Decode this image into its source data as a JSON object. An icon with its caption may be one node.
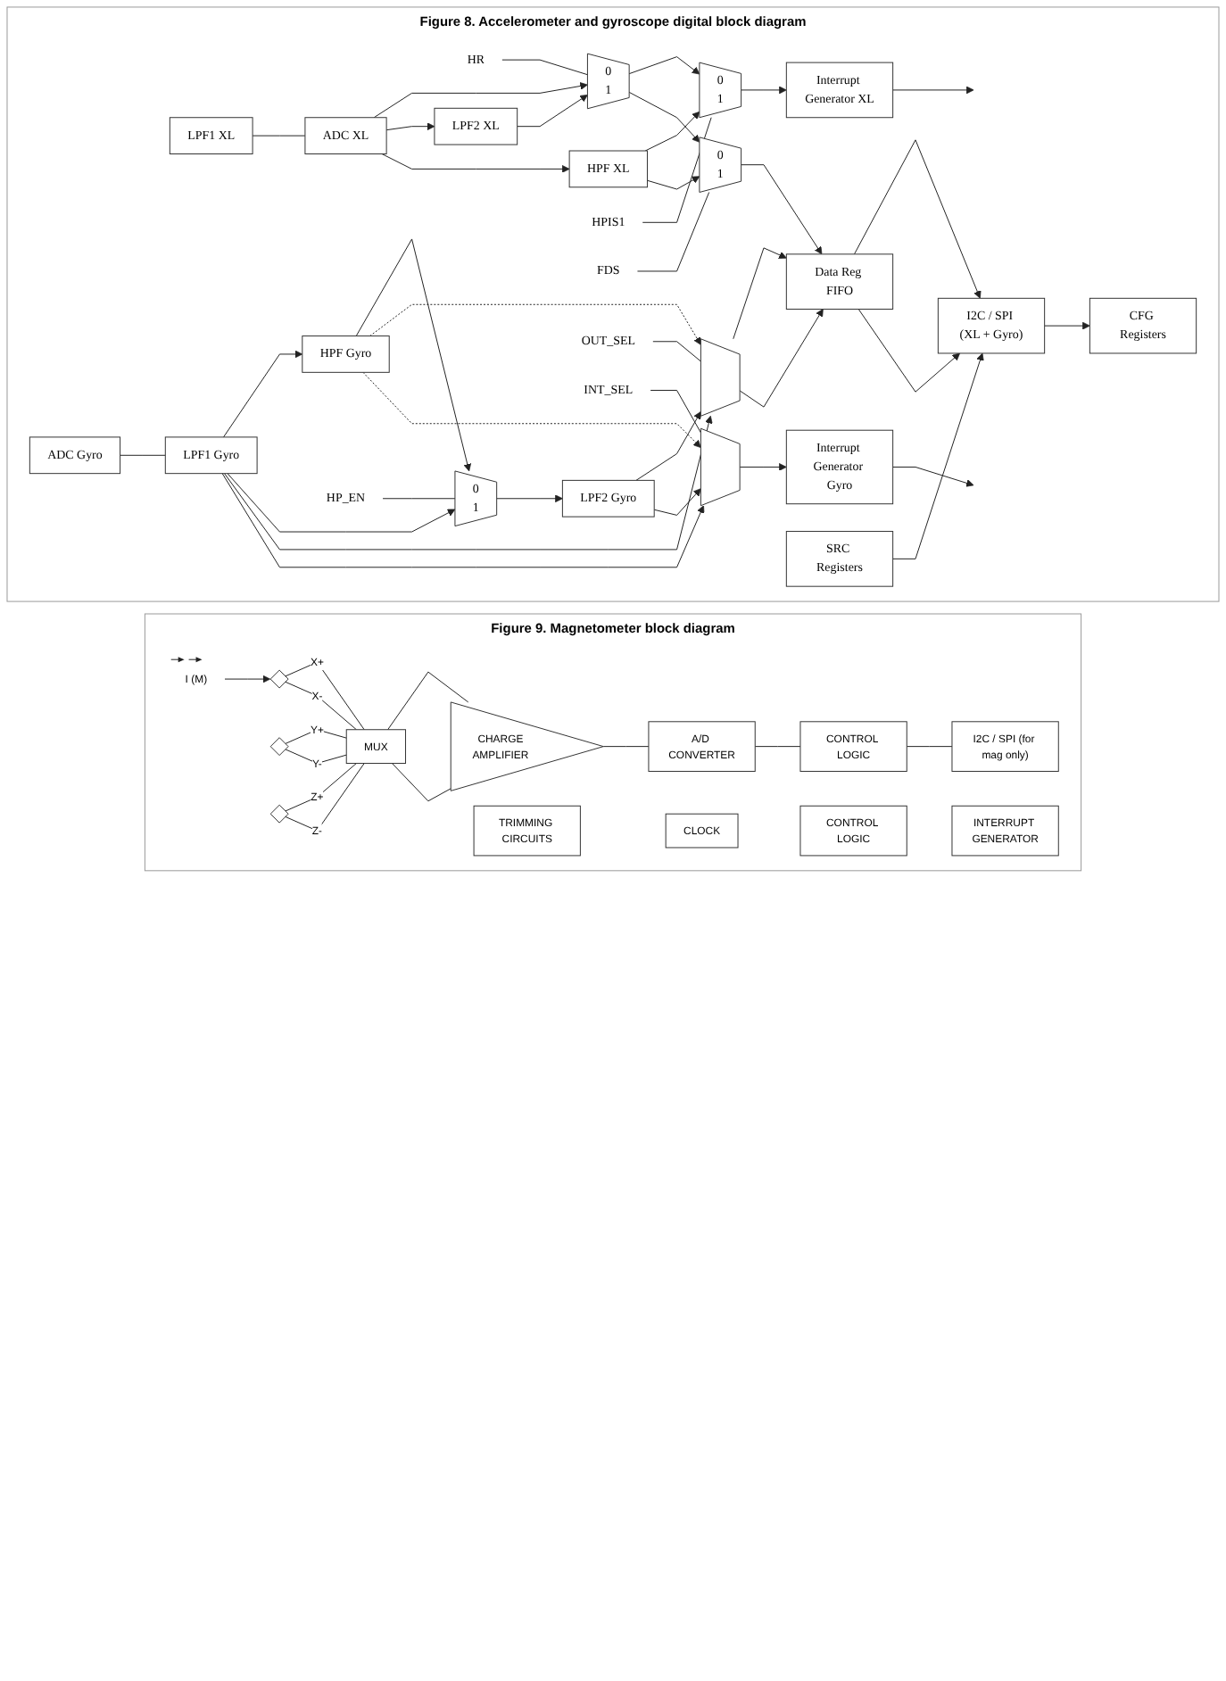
{
  "diagram": {
    "nodes": [
      {
        "text": [
          "Figure 8. Accelerometer and gyroscope digital block diagram"
        ]
      },
      {
        "text": [
          "HR"
        ],
        "in": 0
      },
      {
        "text": [
          "HPIS1"
        ],
        "in": 0
      },
      {
        "text": [
          "0",
          "1"
        ],
        "in": 0
      },
      {
        "text": [
          "LPF2 XL"
        ],
        "in": 0
      },
      {
        "text": [
          "0",
          "1"
        ],
        "in": 0
      },
      {
        "text": [
          "Interrupt Generator XL"
        ],
        "in": 0
      },
      {
        "text": [
          "LPF1 XL"
        ],
        "in": 0
      },
      {
        "text": [
          "ADC XL"
        ],
        "in": 0
      },
      {
        "text": [
          "HPF XL"
        ],
        "in": 0
      },
      {
        "text": [
          "0",
          "1"
        ],
        "in": 0
      },
      {
        "text": [
          "FDS"
        ],
        "in": 0
      },
      {
        "text": [
          "OUT_SEL"
        ],
        "in": 0
      },
      {
        "text": [
          "Data Reg FIFO"
        ],
        "in": 0
      },
      {
        "text": [],
        "shape": "trapezoid",
        "in": 0
      },
      {
        "text": [
          "0",
          "1"
        ],
        "in": 0
      },
      {
        "text": [
          "LPF2 Gyro"
        ],
        "in": 0
      },
      {
        "text": [
          "I2C / SPI (XL + Gyro)"
        ],
        "in": 0
      },
      {
        "text": [
          "ADC Gyro"
        ],
        "in": 0
      },
      {
        "text": [
          "LPF1 Gyro"
        ],
        "in": 0
      },
      {
        "text": [
          "HPF Gyro"
        ],
        "in": 0
      },
      {
        "text": [
          "HP_EN"
        ],
        "in": 0
      },
      {
        "text": [
          "SRC Registers"
        ],
        "in": 0
      },
      {
        "text": [
          "CFG Registers"
        ],
        "in": 0
      },
      {
        "text": [],
        "shape": "trapezoid",
        "in": 0
      },
      {
        "text": [
          "Interrupt Generator Gyro"
        ],
        "in": 0
      },
      {
        "text": [
          "INT_SEL"
        ],
        "in": 0
      },
      {
        "text": [
          "Figure 9. Magnetometer block diagram"
        ]
      },
      {
        "text": [
          "I (M)"
        ],
        "in": 27
      },
      {
        "text": [],
        "shape": "diamond",
        "in": 27
      },
      {
        "text": [],
        "shape": "diamond",
        "in": 27
      },
      {
        "text": [],
        "shape": "diamond",
        "in": 27
      },
      {
        "text": [
          "MUX"
        ],
        "in": 27
      },
      {
        "text": [
          "CHARGE AMPLIFIER"
        ],
        "in": 27
      },
      {
        "text": [
          "A/D CONVERTER"
        ],
        "in": 27
      },
      {
        "text": [
          "CONTROL LOGIC"
        ],
        "in": 27
      },
      {
        "text": [
          "I2C / SPI (for mag only)"
        ],
        "in": 27
      },
      {
        "text": [
          "TRIMMING CIRCUITS"
        ],
        "in": 27
      },
      {
        "text": [
          "CLOCK"
        ],
        "in": 27
      },
      {
        "text": [
          "CONTROL LOGIC"
        ],
        "in": 27
      },
      {
        "text": [
          "INTERRUPT GENERATOR"
        ],
        "in": 27
      }
    ],
    "edges": [
      {
        "from": 7,
        "to": 8,
        "arrow": "none"
      },
      {
        "from": 8,
        "to": 3,
        "arrow": "to"
      },
      {
        "from": 8,
        "to": 4,
        "arrow": "to"
      },
      {
        "from": 8,
        "to": 9,
        "arrow": "to"
      },
      {
        "from": 4,
        "to": 3,
        "arrow": "to"
      },
      {
        "from": 1,
        "to": 3,
        "arrow": "none"
      },
      {
        "from": 3,
        "to": 5,
        "arrow": "to"
      },
      {
        "from": 3,
        "to": 10,
        "arrow": "to"
      },
      {
        "from": 9,
        "to": 5,
        "arrow": "to"
      },
      {
        "from": 9,
        "to": 10,
        "arrow": "to"
      },
      {
        "from": 2,
        "to": 5,
        "arrow": "none"
      },
      {
        "from": 5,
        "to": 6,
        "arrow": "to"
      },
      {
        "from": 6,
        "to": null,
        "arrow": "to"
      },
      {
        "from": 10,
        "to": 13,
        "arrow": "to"
      },
      {
        "from": 11,
        "to": 10,
        "arrow": "none"
      },
      {
        "from": 18,
        "to": 19,
        "arrow": "none"
      },
      {
        "from": 19,
        "to": 20,
        "arrow": "to"
      },
      {
        "from": 19,
        "to": 15,
        "arrow": "to"
      },
      {
        "from": 19,
        "to": 14,
        "arrow": "to"
      },
      {
        "from": 19,
        "to": 24,
        "arrow": "to"
      },
      {
        "from": 20,
        "to": 15,
        "arrow": "to"
      },
      {
        "from": 20,
        "to": 14,
        "arrow": "to",
        "style": "dashed"
      },
      {
        "from": 20,
        "to": 24,
        "arrow": "to",
        "style": "dashed"
      },
      {
        "from": 21,
        "to": 15,
        "arrow": "none"
      },
      {
        "from": 15,
        "to": 16,
        "arrow": "to"
      },
      {
        "from": 16,
        "to": 14,
        "arrow": "to"
      },
      {
        "from": 16,
        "to": 24,
        "arrow": "to"
      },
      {
        "from": 12,
        "to": 14,
        "arrow": "none"
      },
      {
        "from": 26,
        "to": 24,
        "arrow": "none"
      },
      {
        "from": 14,
        "to": 13,
        "arrow": "to"
      },
      {
        "from": 14,
        "to": 13,
        "arrow": "to"
      },
      {
        "from": 24,
        "to": 25,
        "arrow": "to"
      },
      {
        "from": 25,
        "to": null,
        "arrow": "to"
      },
      {
        "from": 13,
        "to": 17,
        "arrow": "to"
      },
      {
        "from": 13,
        "to": 17,
        "arrow": "to"
      },
      {
        "from": 22,
        "to": 17,
        "arrow": "to"
      },
      {
        "from": 17,
        "to": 23,
        "arrow": "to"
      },
      {
        "from": 28,
        "to": 29,
        "arrow": "to"
      },
      {
        "from": 29,
        "to": 32,
        "arrow": "none",
        "label": "X+"
      },
      {
        "from": 30,
        "to": 32,
        "arrow": "none",
        "label": "Y+"
      },
      {
        "from": 31,
        "to": 32,
        "arrow": "none",
        "label": "Z+"
      },
      {
        "from": 31,
        "to": 32,
        "arrow": "none",
        "label": "Z-"
      },
      {
        "from": 30,
        "to": 32,
        "arrow": "none",
        "label": "Y-"
      },
      {
        "from": 29,
        "to": 32,
        "arrow": "none",
        "label": "X-"
      },
      {
        "from": 32,
        "to": 33,
        "arrow": "none"
      },
      {
        "from": 32,
        "to": 33,
        "arrow": "none"
      },
      {
        "from": 33,
        "to": 34,
        "arrow": "none"
      },
      {
        "from": 34,
        "to": 35,
        "arrow": "none"
      },
      {
        "from": 35,
        "to": 36,
        "arrow": "none"
      }
    ]
  }
}
